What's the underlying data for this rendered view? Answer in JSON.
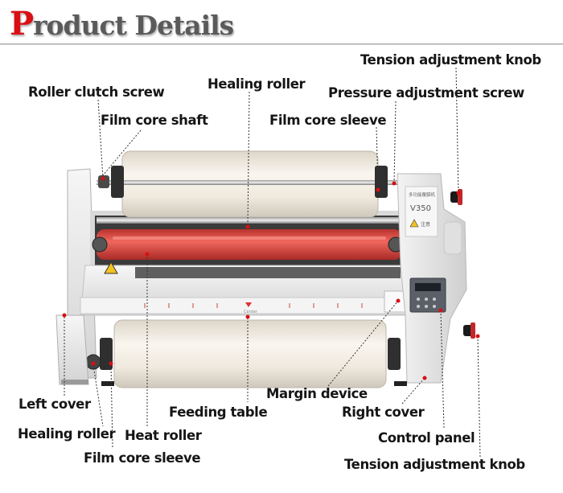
{
  "header": {
    "title_first_letter": "P",
    "title_rest": "roduct Details",
    "accent_color": "#d90f14"
  },
  "machine": {
    "model_text": "V350",
    "plate_text": "多功能覆膜机",
    "warning_text": "注意",
    "table_center_mark": "Center",
    "colors": {
      "body": "#e9e9e9",
      "film": "#f1ebe0",
      "heat_roller": "#e0463d",
      "panel": "#5b5f67"
    }
  },
  "labels": {
    "tension_knob_top": "Tension adjustment knob",
    "roller_clutch_screw": "Roller clutch screw",
    "healing_roller_top": "Healing roller",
    "pressure_screw": "Pressure adjustment screw",
    "film_core_shaft": "Film core shaft",
    "film_core_sleeve_top": "Film core sleeve",
    "left_cover": "Left cover",
    "margin_device": "Margin device",
    "feeding_table": "Feeding table",
    "right_cover": "Right cover",
    "healing_roller_bottom": "Healing roller",
    "heat_roller": "Heat roller",
    "control_panel": "Control panel",
    "film_core_sleeve_bottom": "Film core sleeve",
    "tension_knob_bottom": "Tension adjustment knob"
  }
}
